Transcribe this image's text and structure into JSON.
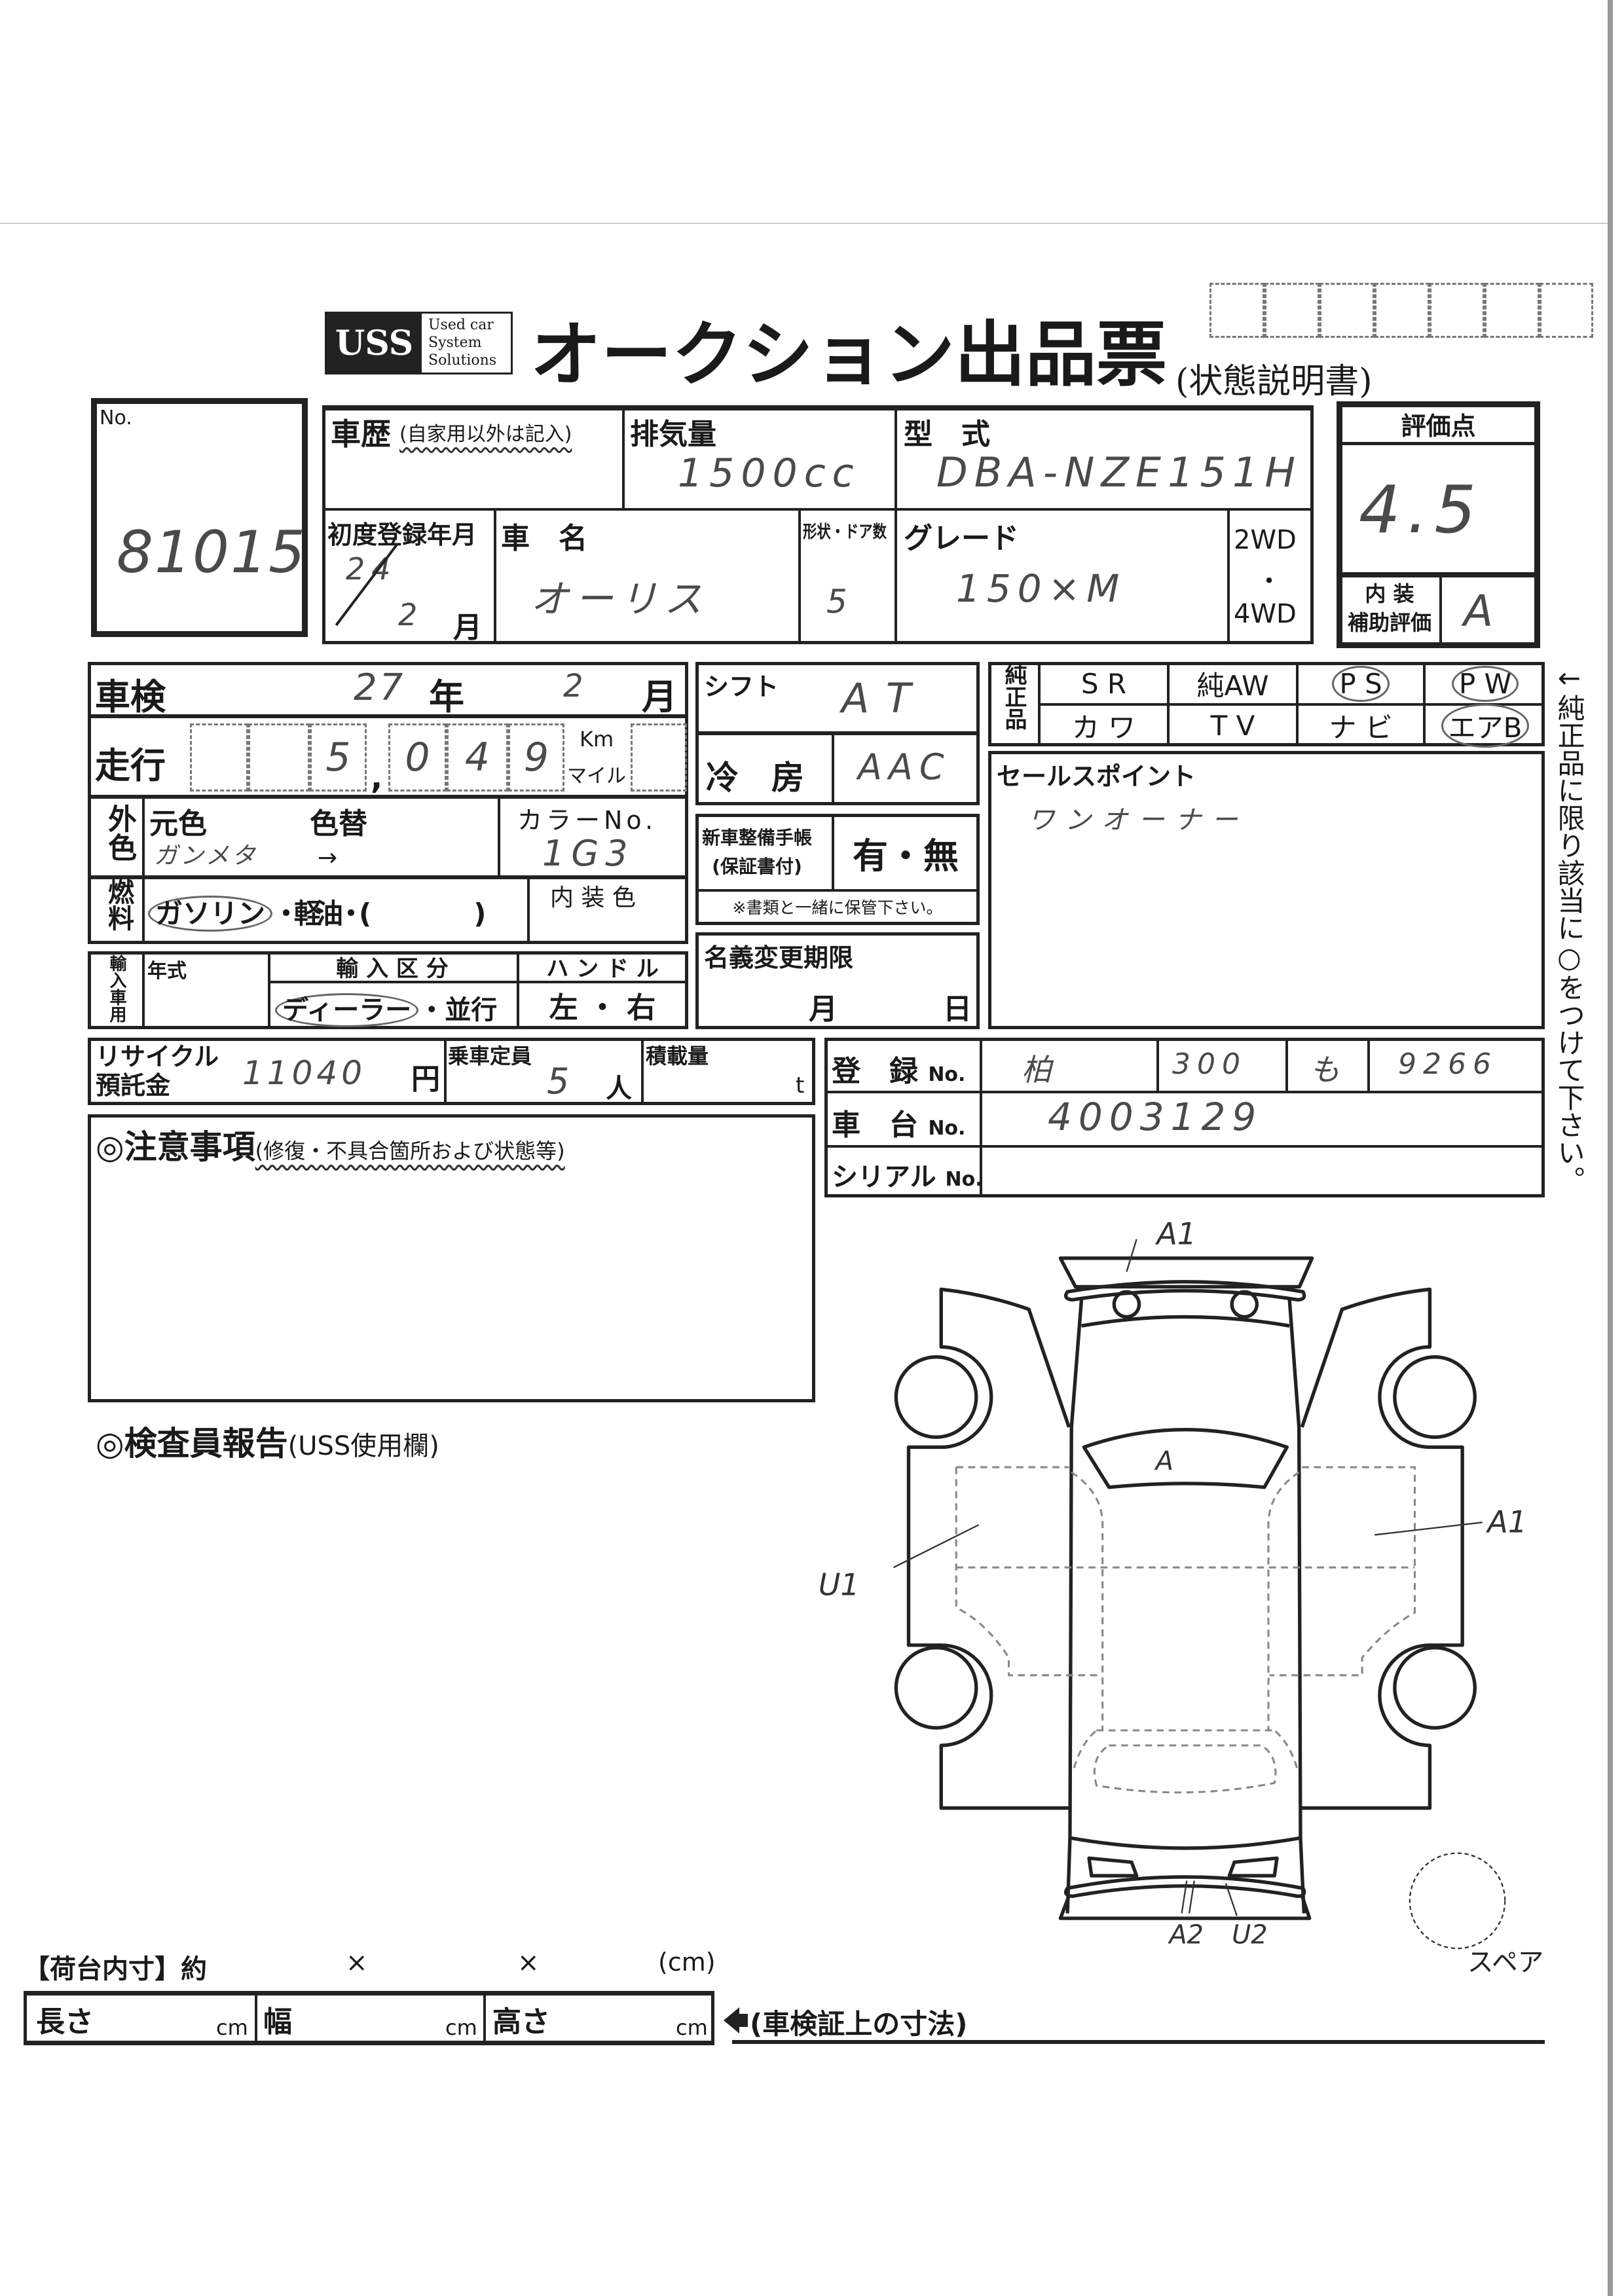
{
  "header": {
    "logo": "USS",
    "logo_sub": [
      "Used car",
      "System",
      "Solutions"
    ],
    "title": "オークション出品票",
    "subtitle": "(状態説明書)"
  },
  "lot": {
    "label": "No.",
    "value": "81015"
  },
  "vehicle": {
    "history_label": "車歴",
    "history_note": "(自家用以外は記入)",
    "displacement_label": "排気量",
    "displacement": "1500cc",
    "model_code_label": "型　式",
    "model_code": "DBA-NZE151H",
    "first_reg_label": "初度登録年月",
    "first_reg_year": "24",
    "first_reg_month": "2",
    "month_unit": "月",
    "name_label": "車　名",
    "name": "オーリス",
    "doors_label": "形状・ドア数",
    "doors": "5",
    "grade_label": "グレード",
    "grade": "150×M",
    "drive": [
      "2WD",
      "・",
      "4WD"
    ]
  },
  "score": {
    "label": "評価点",
    "value": "4.5",
    "interior_label": [
      "内 装",
      "補助評価"
    ],
    "interior_value": "A"
  },
  "inspection": {
    "label": "車検",
    "year": "27",
    "year_unit": "年",
    "month": "2",
    "month_unit": "月"
  },
  "mileage": {
    "label": "走行",
    "digits": [
      "",
      "",
      "5",
      "0",
      "4",
      "9"
    ],
    "separator": ",",
    "unit_km": "Km",
    "unit_mile": "マイル"
  },
  "exterior": {
    "label": "外色",
    "original_label": "元色",
    "original": "ガンメタ",
    "change_label": "色替",
    "arrow": "→",
    "color_no_label": "カラーNo.",
    "color_no": "1G3"
  },
  "fuel": {
    "label": "燃料",
    "selected": "ガソリン",
    "rest": "・軽油・(　　　　　)",
    "interior_color_label": "内 装 色"
  },
  "import": {
    "label": "輸入車用",
    "year_label": "年式",
    "class_label": "輸 入 区 分",
    "class_selected": "ディーラー",
    "class_rest": "・並行",
    "handle_label": "ハ ン ド ル",
    "handle_options": "左 ・ 右"
  },
  "shift": {
    "label": "シフト",
    "value": "AT"
  },
  "ac": {
    "label": "冷　房",
    "value": "AAC"
  },
  "service_book": {
    "label": "新車整備手帳",
    "sub": "(保証書付)",
    "options": "有・無",
    "note": "※書類と一緒に保管下さい。"
  },
  "name_change": {
    "label": "名義変更期限",
    "month": "月",
    "day": "日"
  },
  "genuine": {
    "label": "純正品",
    "items": [
      {
        "label": "S R",
        "circled": false
      },
      {
        "label": "純AW",
        "circled": false
      },
      {
        "label": "P S",
        "circled": true
      },
      {
        "label": "P W",
        "circled": true
      },
      {
        "label": "カ ワ",
        "circled": false
      },
      {
        "label": "T V",
        "circled": false
      },
      {
        "label": "ナ ビ",
        "circled": false
      },
      {
        "label": "エアB",
        "circled": true
      }
    ],
    "side_note": "←純正品に限り該当に○をつけて下さい。"
  },
  "sales_point": {
    "label": "セールスポイント",
    "value": "ワンオーナー"
  },
  "recycle": {
    "label": [
      "リサイクル",
      "預託金"
    ],
    "value": "11040",
    "unit": "円"
  },
  "capacity": {
    "label": "乗車定員",
    "value": "5",
    "unit": "人"
  },
  "load": {
    "label": "積載量",
    "unit": "t"
  },
  "registration": {
    "label": "登　録",
    "no": "No.",
    "parts": [
      "柏",
      "300",
      "も",
      "9266"
    ]
  },
  "chassis": {
    "label": "車　台",
    "no": "No.",
    "value": "4003129"
  },
  "serial": {
    "label": "シリアル",
    "no": "No."
  },
  "notes": {
    "label": "◎注意事項",
    "sub": "(修復・不具合箇所および状態等)"
  },
  "inspector": {
    "label": "◎検査員報告",
    "sub": "(USS使用欄)"
  },
  "diagram": {
    "marks": [
      "A1",
      "A",
      "U1",
      "A1",
      "A2",
      "U2"
    ],
    "spare_label": "スペア"
  },
  "cargo": {
    "label": "【荷台内寸】約",
    "times": "×",
    "unit": "(cm)",
    "length": "長さ",
    "width": "幅",
    "height": "高さ",
    "cm": "cm",
    "cert_note": "(車検証上の寸法)"
  }
}
